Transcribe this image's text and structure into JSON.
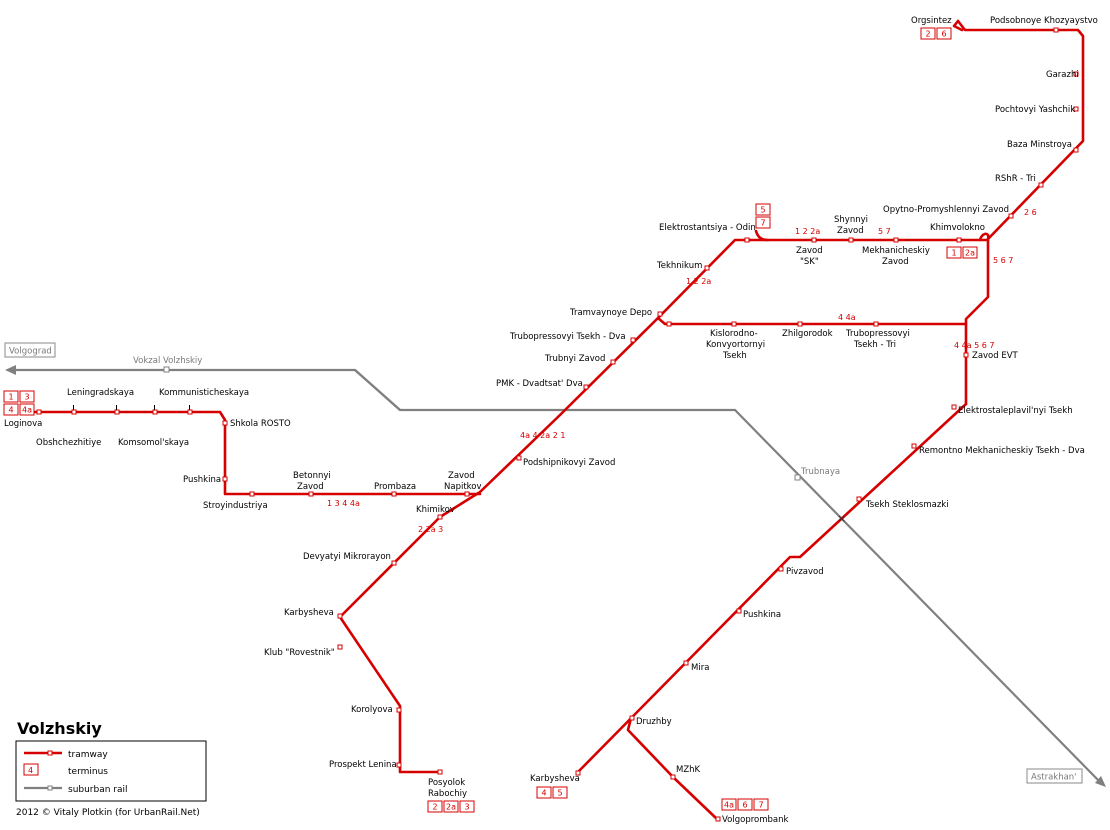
{
  "title": "Volzhskiy",
  "copyright": "2012 © Vitaly Plotkin (for UrbanRail.Net)",
  "colors": {
    "tram": "#d60000",
    "rail": "#808080",
    "box_border": "#d60000"
  },
  "legend": {
    "tram": "tramway",
    "terminus": "terminus",
    "terminus_sample": "4",
    "rail": "suburban rail"
  },
  "rail_labels": {
    "volgograd": "Volgograd",
    "astrakhan": "Astrakhan'",
    "vokzal": "Vokzal Volzhskiy",
    "trubnaya": "Trubnaya"
  },
  "stations": {
    "orgsintez": "Orgsintez",
    "podsobnoye": "Podsobnoye Khozyaystvo",
    "garazhi": "Garazhi",
    "pochtovyi": "Pochtovyi Yashchik",
    "baza": "Baza Minstroya",
    "rshr": "RShR - Tri",
    "opytno": "Opytno-Promyshlennyi Zavod",
    "khimvolokno": "Khimvolokno",
    "mekhanicheskiy_1": "Mekhanicheskiy",
    "mekhanicheskiy_2": "Zavod",
    "shynnyi_1": "Shynnyi",
    "shynnyi_2": "Zavod",
    "zavod_sk_1": "Zavod",
    "zavod_sk_2": "\"SK\"",
    "elektrostantsiya": "Elektrostantsiya - Odin",
    "tekhnikum": "Tekhnikum",
    "depo": "Tramvaynoye Depo",
    "trubopress_dva": "Trubopressovyi Tsekh - Dva",
    "trubnyi": "Trubnyi Zavod",
    "pmk": "PMK - Dvadtsat' Dva",
    "podshipnikovyi": "Podshipnikovyi Zavod",
    "kislorod_1": "Kislorodno-",
    "kislorod_2": "Konvyortornyi",
    "kislorod_3": "Tsekh",
    "zhilgorodok": "Zhilgorodok",
    "trubopress_tri_1": "Trubopressovyi",
    "trubopress_tri_2": "Tsekh - Tri",
    "zavod_evt": "Zavod EVT",
    "elektrostaleplavil": "Elektrostaleplavil'nyi Tsekh",
    "remontno": "Remontno Mekhanicheskiy Tsekh - Dva",
    "steklosmazki": "Tsekh Steklosmazki",
    "pivzavod": "Pivzavod",
    "pushkina_e": "Pushkina",
    "mira": "Mira",
    "druzhby": "Druzhby",
    "karbysheva_se": "Karbysheva",
    "mzhk": "MZhK",
    "volgoprombank": "Volgoprombank",
    "loginova": "Loginova",
    "leningradskaya": "Leningradskaya",
    "kommunisticheskaya": "Kommunisticheskaya",
    "obshchezhitiye": "Obshchezhitiye",
    "komsomolskaya": "Komsomol'skaya",
    "shkola": "Shkola ROSTO",
    "pushkina_w": "Pushkina",
    "stroyindustriya": "Stroyindustriya",
    "betonnyi_1": "Betonnyi",
    "betonnyi_2": "Zavod",
    "prombaza": "Prombaza",
    "napitkov_1": "Zavod",
    "napitkov_2": "Napitkov",
    "khimikov": "Khimikov",
    "devyatyi": "Devyatyi Mikrorayon",
    "karbysheva_sw": "Karbysheva",
    "klub": "Klub \"Rovestnik\"",
    "korolyova": "Korolyova",
    "prospekt": "Prospekt Lenina",
    "posyolok_1": "Posyolok",
    "posyolok_2": "Rabochiy"
  },
  "route_labels": {
    "r_1_2_2a_sk": "1 2 2a",
    "r_5_7_sk": "5  7",
    "r_2_6": "2 6",
    "r_5_6_7": "5 6 7",
    "r_1_2_2a_tekh": "1 2 2a",
    "r_4_4a_top": "4 4a",
    "r_4_4a_5_6_7": "4 4a 5 6 7",
    "r_4a_4_2a_2_1": "4a 4 2a 2 1",
    "r_1_3_4_4a": "1 3 4 4a",
    "r_2_2a_3": "2 2a 3"
  },
  "termini": {
    "orgsintez": [
      "2",
      "6"
    ],
    "elektrostantsiya": [
      "5",
      "7"
    ],
    "khimvolokno": [
      "1",
      "2a"
    ],
    "loginova": [
      "1",
      "3",
      "4",
      "4a"
    ],
    "karbysheva_se": [
      "4",
      "5"
    ],
    "volgoprombank": [
      "4a",
      "6",
      "7"
    ],
    "posyolok": [
      "2",
      "2a",
      "3"
    ]
  }
}
